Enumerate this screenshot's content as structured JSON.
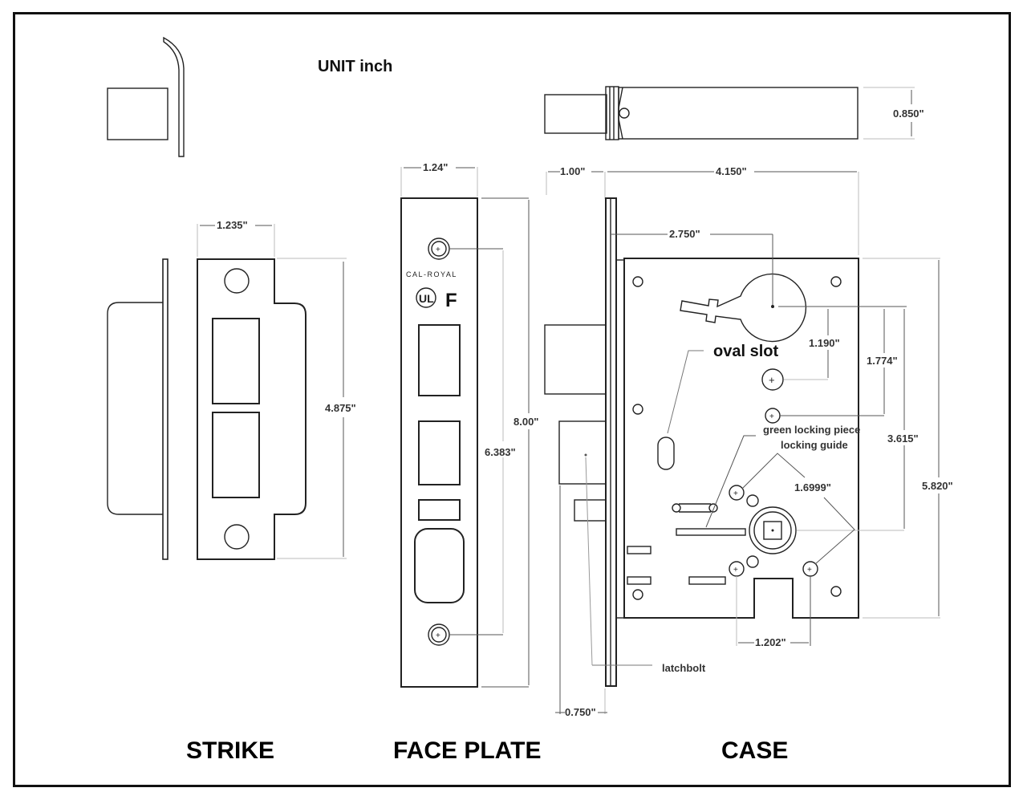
{
  "unit_label": "UNIT inch",
  "sections": {
    "strike": "STRIKE",
    "face_plate": "FACE PLATE",
    "case": "CASE"
  },
  "brand": {
    "name": "Cal-Royal",
    "ul_mark": "UL",
    "fire_rating": "F"
  },
  "strike": {
    "width": "1.235\"",
    "height": "4.875\""
  },
  "face_plate": {
    "width": "1.24\"",
    "height": "8.00\"",
    "screw_spacing": "6.383\""
  },
  "case": {
    "top_view_thickness": "0.850\"",
    "latch_projection": "1.00\"",
    "depth": "4.150\"",
    "backset": "2.750\"",
    "cylinder_to_screw": "1.190\"",
    "cylinder_to_lock_screw": "1.774\"",
    "cylinder_to_hub": "3.615\"",
    "height": "5.820\"",
    "trim_screw_spacing": "1.6999\"",
    "bottom_screw_spacing": "1.202\"",
    "deadbolt_offset": "0.750\""
  },
  "annotations": {
    "oval_slot": "oval slot",
    "green_locking_piece": "green locking piece",
    "locking_guide": "locking guide",
    "latchbolt": "latchbolt"
  }
}
